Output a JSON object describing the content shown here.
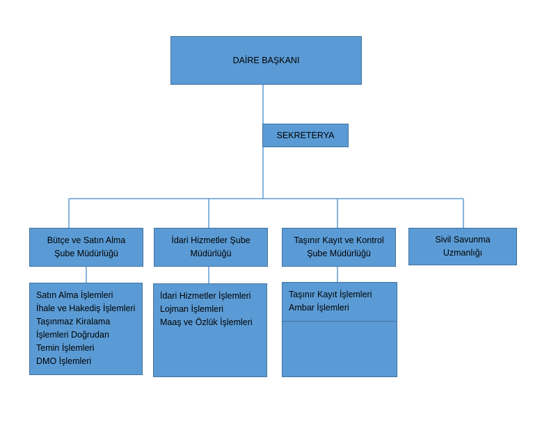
{
  "diagram": {
    "root": "DAİRE BAŞKANI",
    "secretariat": "SEKRETERYA",
    "units": [
      {
        "title_lines": [
          "Bütçe ve Satın Alma",
          "Şube Müdürlüğü"
        ],
        "tasks": [
          "Satın Alma İşlemleri",
          "İhale ve Hakediş İşlemleri",
          "Taşınmaz Kiralama",
          "İşlemleri Doğrudan",
          "Temin İşlemleri",
          "DMO İşlemleri"
        ]
      },
      {
        "title_lines": [
          "İdari Hizmetler Şube",
          "Müdürlüğü"
        ],
        "tasks": [
          "İdari Hizmetler İşlemleri",
          "Lojman İşlemleri",
          "Maaş ve Özlük İşlemleri"
        ]
      },
      {
        "title_lines": [
          "Taşınır Kayıt ve Kontrol",
          "Şube Müdürlüğü"
        ],
        "tasks": [
          "Taşınır Kayıt İşlemleri",
          "Ambar İşlemleri"
        ]
      },
      {
        "title_lines": [
          "Sivil Savunma",
          "Uzmanlığı"
        ],
        "tasks": []
      }
    ]
  },
  "colors": {
    "box_fill": "#5b9bd5",
    "box_border": "#41719c",
    "connector": "#5b9bd5",
    "text": "#000000"
  }
}
